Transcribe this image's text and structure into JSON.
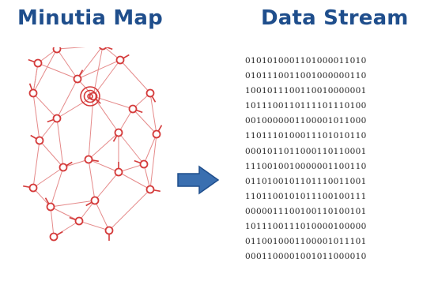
{
  "titles": {
    "left": "Minutia Map",
    "right": "Data Stream"
  },
  "colors": {
    "title": "#1f4e8c",
    "minutia": "#d43a3a",
    "edge": "#e58a8a",
    "arrow_fill": "#3a6fb0",
    "arrow_stroke": "#1f4e8c"
  },
  "arrow_icon": "right-arrow",
  "data_stream": [
    "0101010001101000011010",
    "0101110011001000000110",
    "1001011100110010000001",
    "1011100110111101110100",
    "0010000001100001011000",
    "1101110100011101010110",
    "0001011011000110110001",
    "1110010010000001100110",
    "0110100101101110011001",
    "1101100101011100100111",
    "0000011100100110100101",
    "1011100111010000100000",
    "0110010001100001011101",
    "0001100001001011000010"
  ]
}
